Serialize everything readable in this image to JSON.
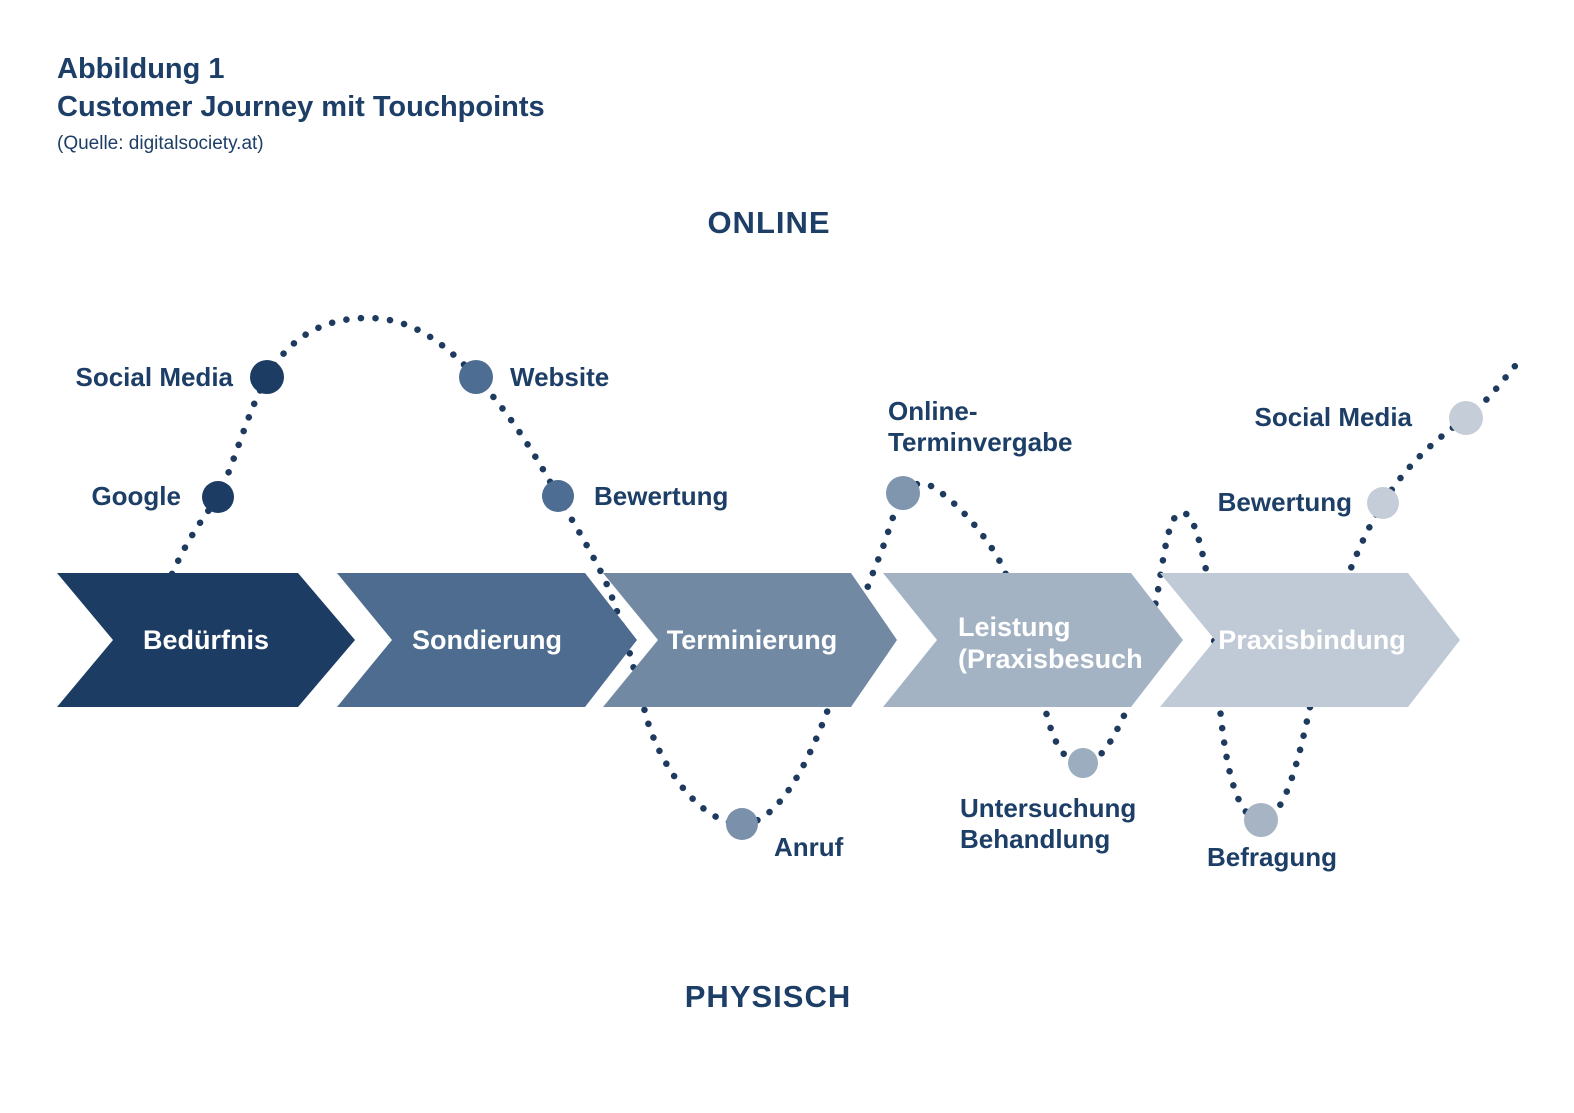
{
  "title": {
    "line1": "Abbildung 1",
    "line2": "Customer Journey mit Touchpoints",
    "source": "(Quelle: digitalsociety.at)"
  },
  "zones": {
    "online": "ONLINE",
    "physical": "PHYSISCH"
  },
  "stages": [
    {
      "label": "Bedürfnis",
      "color": "#1d3c64"
    },
    {
      "label": "Sondierung",
      "color": "#4d6c8f"
    },
    {
      "label": "Terminierung",
      "color": "#7289a4"
    },
    {
      "label": "Leistung",
      "label2": "(Praxisbesuch",
      "color": "#a3b3c4"
    },
    {
      "label": "Praxisbindung",
      "color": "#c0cad6"
    }
  ],
  "touchpoints": {
    "online": [
      {
        "label": "Google",
        "color": "#1d3c64"
      },
      {
        "label": "Social Media",
        "color": "#1d3c64"
      },
      {
        "label": "Website",
        "color": "#4e6d93"
      },
      {
        "label": "Bewertung",
        "color": "#4e6d93"
      },
      {
        "label": "Online-",
        "label2": "Terminvergabe",
        "color": "#8095ae"
      },
      {
        "label": "Bewertung",
        "color": "#c5ced8"
      },
      {
        "label": "Social Media",
        "color": "#c5ced8"
      }
    ],
    "physical": [
      {
        "label": "Anruf",
        "color": "#7b90aa"
      },
      {
        "label": "Untersuchung",
        "label2": "Behandlung",
        "color": "#9cadbf"
      },
      {
        "label": "Befragung",
        "color": "#a6b4c3"
      }
    ]
  },
  "colors": {
    "journey_line": "#1e3a5f",
    "text": "#1d3e66",
    "stage_text": "#ffffff",
    "background": "#ffffff"
  }
}
